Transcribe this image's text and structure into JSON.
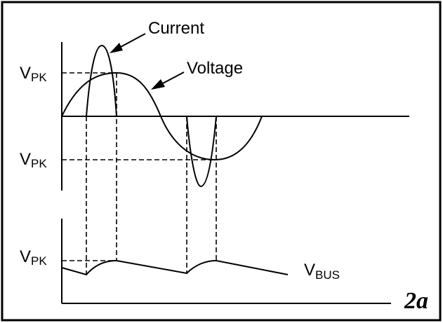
{
  "labels": {
    "current": "Current",
    "voltage": "Voltage",
    "vpk_main": "V",
    "vpk_sub": "PK",
    "vbus_main": "V",
    "vbus_sub": "BUS",
    "figure_number": "2a"
  }
}
